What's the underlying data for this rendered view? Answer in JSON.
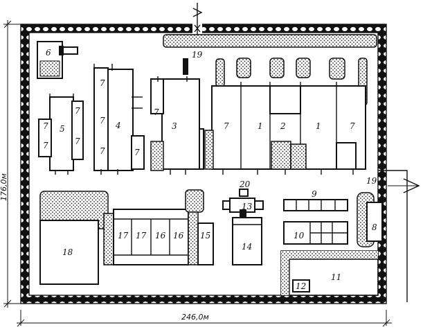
{
  "dimensions": {
    "height": "176,0м",
    "width": "246,0м"
  },
  "labels": {
    "b6": "6",
    "b5": "5",
    "b4": "4",
    "b3": "3",
    "b1a": "1",
    "b2": "2",
    "b1b": "1",
    "b7": "7",
    "b8": "8",
    "b9": "9",
    "b10": "10",
    "b11": "11",
    "b12": "12",
    "b13": "13",
    "b14": "14",
    "b15": "15",
    "b16": "16",
    "b17": "17",
    "b18": "18",
    "b19": "19",
    "b20": "20"
  }
}
